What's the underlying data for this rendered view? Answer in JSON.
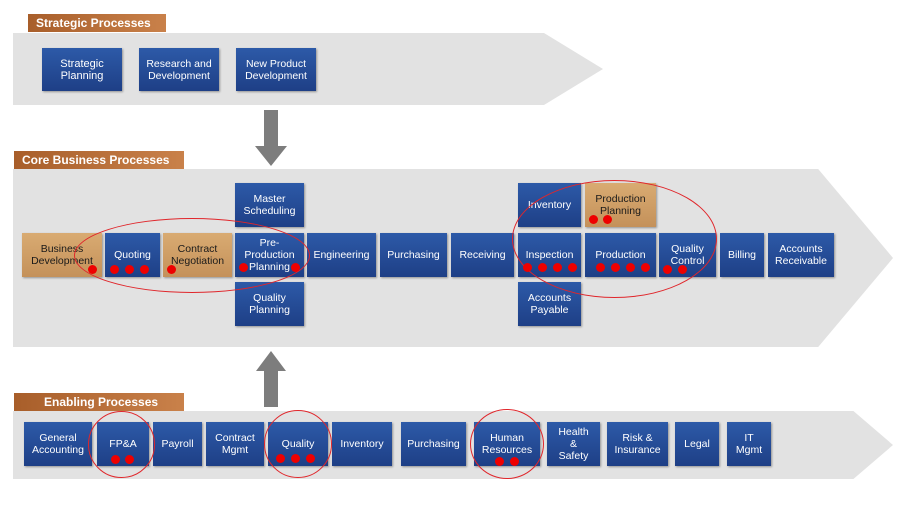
{
  "sections": {
    "strategic": {
      "title": "Strategic Processes",
      "items": [
        "Strategic\nPlanning",
        "Research and\nDevelopment",
        "New Product\nDevelopment"
      ]
    },
    "core": {
      "title": "Core Business Processes",
      "top": [
        "Master\nScheduling",
        "Inventory",
        "Production\nPlanning"
      ],
      "main": [
        "Business\nDevelopment",
        "Quoting",
        "Contract\nNegotiation",
        "Pre-\nProduction\nPlanning",
        "Engineering",
        "Purchasing",
        "Receiving",
        "Inspection",
        "Production",
        "Quality\nControl",
        "Billing",
        "Accounts\nReceivable"
      ],
      "bottom": [
        "Quality\nPlanning",
        "Accounts\nPayable"
      ]
    },
    "enabling": {
      "title": "Enabling Processes",
      "items": [
        "General\nAccounting",
        "FP&A",
        "Payroll",
        "Contract\nMgmt",
        "Quality",
        "Inventory",
        "Purchasing",
        "Human\nResources",
        "Health\n&\nSafety",
        "Risk &\nInsurance",
        "Legal",
        "IT\nMgmt"
      ]
    }
  },
  "colors": {
    "box_blue": "#23478f",
    "box_tan": "#d2a066",
    "marker_red": "#ee0000",
    "arrow_gray": "#e2e2e2",
    "header_brown": "#b56d36"
  }
}
